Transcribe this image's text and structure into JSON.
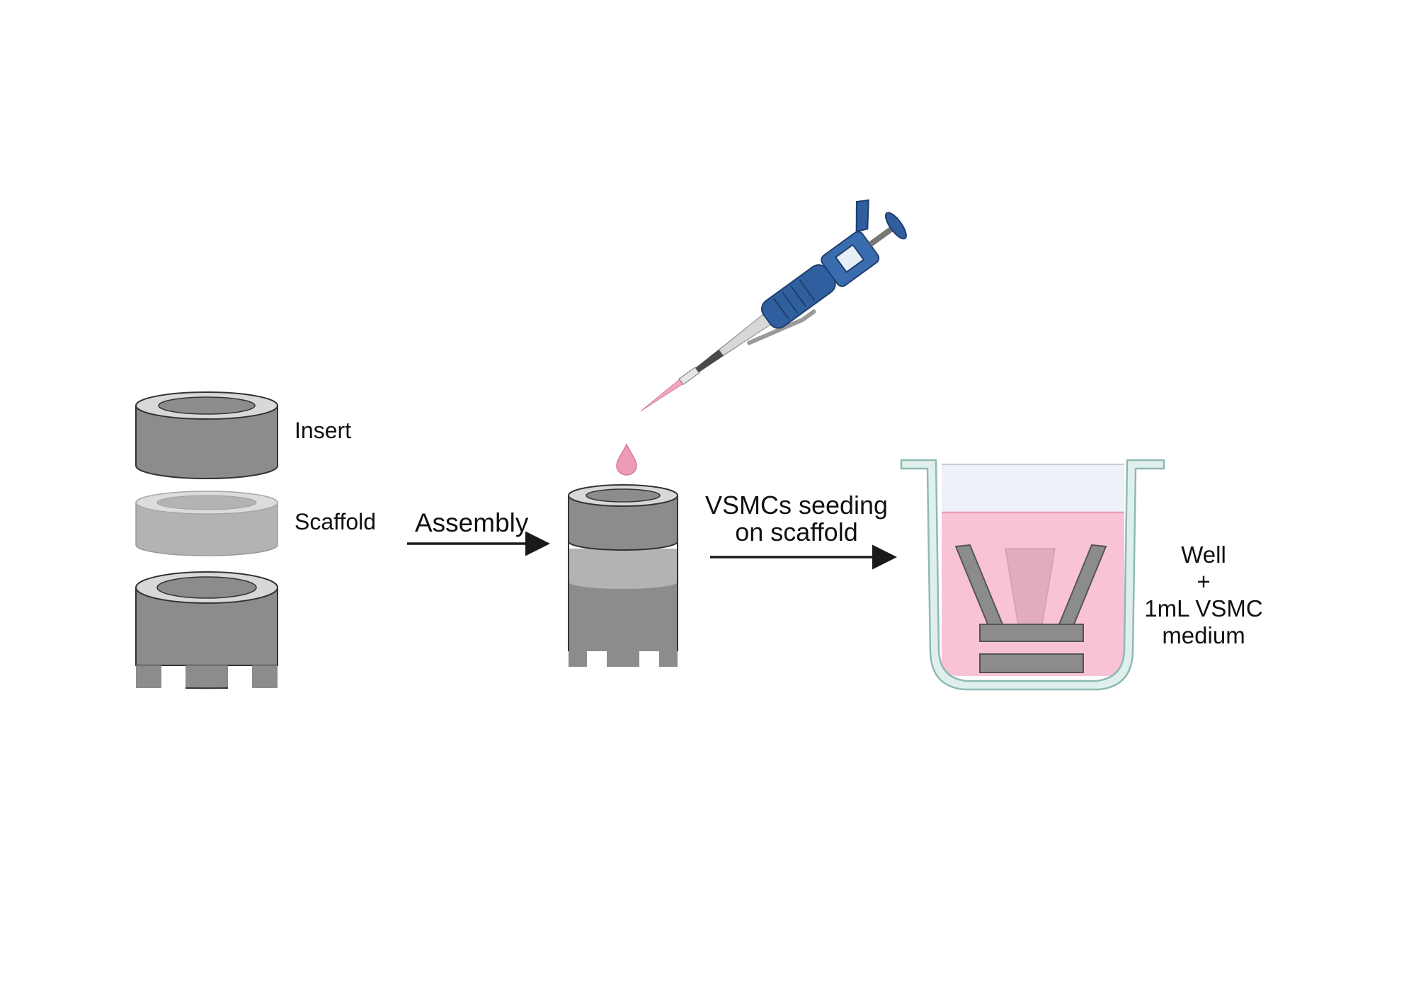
{
  "labels": {
    "insert": "Insert",
    "scaffold": "Scaffold",
    "assembly": "Assembly",
    "seeding_line1": "VSMCs seeding",
    "seeding_line2": "on scaffold",
    "well_line1": "Well",
    "well_line2": "+",
    "well_line3": "1mL VSMC",
    "well_line4": "medium"
  },
  "colors": {
    "insert_gray": "#8c8c8c",
    "scaffold_gray": "#b3b3b3",
    "rim_light": "#d8d8d8",
    "medium_pink": "#f9c3d6",
    "well_outline": "#a9c9c4",
    "pipette_blue": "#2f5f9e",
    "arrow": "#1a1a1a"
  },
  "icons": {
    "pipette": "pipette-icon",
    "droplet": "droplet-icon",
    "well": "well-icon"
  }
}
